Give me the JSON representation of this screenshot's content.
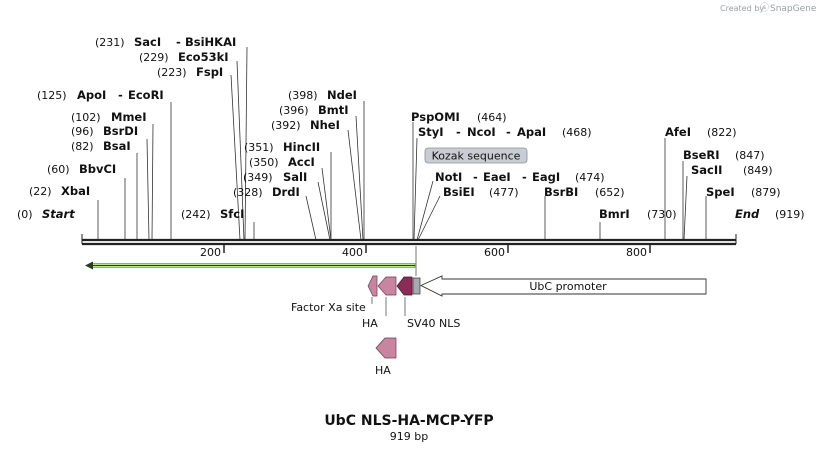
{
  "credit": {
    "prefix": "Created by",
    "brand": "SnapGene"
  },
  "map": {
    "title": "UbC NLS-HA-MCP-YFP",
    "length_label": "919 bp",
    "start_label": "Start",
    "start_pos": "(0)",
    "end_label": "End",
    "end_pos": "(919)",
    "ticks": [
      "200",
      "400",
      "600",
      "800"
    ]
  },
  "sites": [
    {
      "key": "saci",
      "pos": "(231)",
      "name": "SacI",
      "sep": "-",
      "name2": "BsiHKAI"
    },
    {
      "key": "eco53ki",
      "pos": "(229)",
      "name": "Eco53kI"
    },
    {
      "key": "fspi",
      "pos": "(223)",
      "name": "FspI"
    },
    {
      "key": "apoi",
      "pos": "(125)",
      "name": "ApoI",
      "sep": "-",
      "name2": "EcoRI"
    },
    {
      "key": "mmei",
      "pos": "(102)",
      "name": "MmeI"
    },
    {
      "key": "bsrdi",
      "pos": "(96)",
      "name": "BsrDI"
    },
    {
      "key": "bsai",
      "pos": "(82)",
      "name": "BsaI"
    },
    {
      "key": "bbvci",
      "pos": "(60)",
      "name": "BbvCI"
    },
    {
      "key": "xbai",
      "pos": "(22)",
      "name": "XbaI"
    },
    {
      "key": "sfci",
      "pos": "(242)",
      "name": "SfcI"
    },
    {
      "key": "ndei",
      "pos": "(398)",
      "name": "NdeI"
    },
    {
      "key": "bmti",
      "pos": "(396)",
      "name": "BmtI"
    },
    {
      "key": "nhei",
      "pos": "(392)",
      "name": "NheI"
    },
    {
      "key": "hincii",
      "pos": "(351)",
      "name": "HincII"
    },
    {
      "key": "acci",
      "pos": "(350)",
      "name": "AccI"
    },
    {
      "key": "sali",
      "pos": "(349)",
      "name": "SalI"
    },
    {
      "key": "drdi",
      "pos": "(328)",
      "name": "DrdI"
    },
    {
      "key": "pspomi",
      "name": "PspOMI",
      "pos": "(464)"
    },
    {
      "key": "styi",
      "name": "StyI",
      "sep": "-",
      "name2": "NcoI",
      "sep2": "-",
      "name3": "ApaI",
      "pos": "(468)"
    },
    {
      "key": "noti",
      "name": "NotI",
      "sep": "-",
      "name2": "EaeI",
      "sep2": "-",
      "name3": "EagI",
      "pos": "(474)"
    },
    {
      "key": "bsiei",
      "name": "BsiEI",
      "pos": "(477)"
    },
    {
      "key": "bsrbi",
      "name": "BsrBI",
      "pos": "(652)"
    },
    {
      "key": "bmri",
      "name": "BmrI",
      "pos": "(730)"
    },
    {
      "key": "afei",
      "name": "AfeI",
      "pos": "(822)"
    },
    {
      "key": "bseri",
      "name": "BseRI",
      "pos": "(847)"
    },
    {
      "key": "sacii",
      "name": "SacII",
      "pos": "(849)"
    },
    {
      "key": "spei",
      "name": "SpeI",
      "pos": "(879)"
    }
  ],
  "features": {
    "kozak": "Kozak sequence",
    "ubc_promoter": "UbC promoter",
    "factor_xa": "Factor Xa site",
    "ha": "HA",
    "sv40_nls": "SV40 NLS",
    "ha2": "HA"
  },
  "colors": {
    "backbone": "#222222",
    "orf_arrow": "#b6e48c",
    "ha_feature": "#c9859f",
    "nls_feature": "#8a2c57",
    "promoter_fill": "#ffffff",
    "kozak_fill": "#c9cdd3"
  }
}
